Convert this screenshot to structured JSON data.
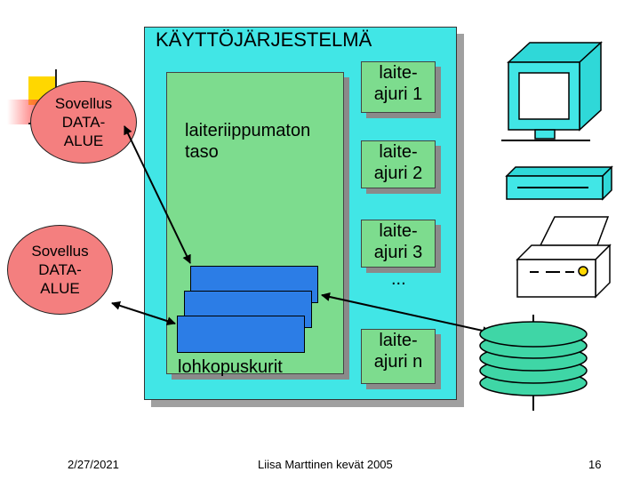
{
  "title": "KÄYTTÖJÄRJESTELMÄ",
  "applications": [
    {
      "label": "Sovellus\nDATA-\nALUE"
    },
    {
      "label": "Sovellus\nDATA-\nALUE"
    }
  ],
  "device_independent_layer": "laiteriippumaton\ntaso",
  "block_buffers": "lohkopuskurit",
  "drivers": [
    {
      "label": "laite-\najuri 1"
    },
    {
      "label": "laite-\najuri 2"
    },
    {
      "label": "laite-\najuri 3"
    },
    {
      "label": "laite-\najuri n"
    }
  ],
  "ellipsis": "...",
  "devices": [
    "monitor-icon",
    "keyboard-icon",
    "printer-icon",
    "disk-stack-icon"
  ],
  "colors": {
    "os_background": "#41e6e6",
    "layer_green": "#7ddc8e",
    "application_red": "#f47f7f",
    "buffer_blue": "#2c7de6"
  },
  "footer": {
    "date": "2/27/2021",
    "center": "Liisa Marttinen kevät 2005",
    "page": "16"
  }
}
